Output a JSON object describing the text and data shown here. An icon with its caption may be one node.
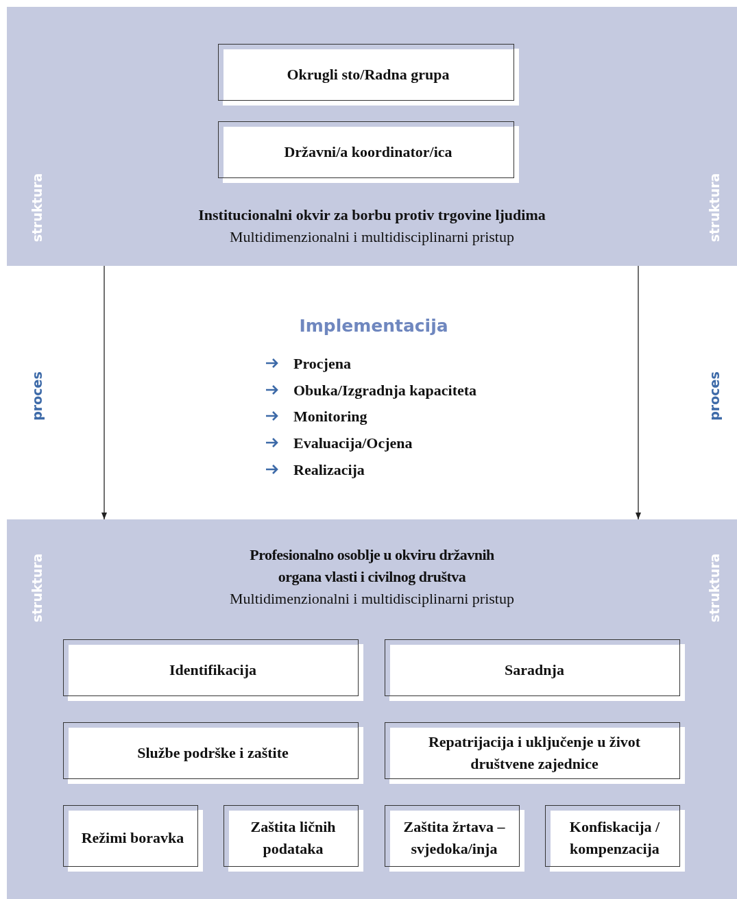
{
  "diagram": {
    "nodes": [
      {
        "text": [
          "Institucionalni okvir za borbu protiv trgovine ljudima",
          "Multidimenzionalni i multidisciplinarni pristup"
        ]
      },
      {
        "text": [
          "Okrugli sto/Radna grupa"
        ],
        "in": 0
      },
      {
        "text": [
          "Državni/a koordinator/ica"
        ],
        "in": 0
      },
      {
        "text": [
          "Profesionalno osoblje u okviru državnih organa vlasti i civilnog društva",
          "Multidimenzionalni i multidisciplinarni pristup"
        ]
      },
      {
        "text": [
          "Identifikacija"
        ],
        "in": 3
      },
      {
        "text": [
          "Saradnja"
        ],
        "in": 3
      },
      {
        "text": [
          "Službe podrške i zaštite"
        ],
        "in": 3
      },
      {
        "text": [
          "Repatrijacija i uključenje u život društvene zajednice"
        ],
        "in": 3
      },
      {
        "text": [
          "Režimi boravka"
        ],
        "in": 3
      },
      {
        "text": [
          "Zaštita ličnih podataka"
        ],
        "in": 3
      },
      {
        "text": [
          "Zaštita žrtava – svjedoka/inja"
        ],
        "in": 3
      },
      {
        "text": [
          "Konfiskacija / kompenzacija"
        ],
        "in": 3
      }
    ],
    "edges": [
      {
        "from": 0,
        "to": 3,
        "arrow": "to"
      },
      {
        "from": 0,
        "to": 3,
        "arrow": "to"
      }
    ],
    "labels": [
      "struktura",
      "struktura",
      "proces",
      "Implementacija",
      "Procjena",
      "Obuka/Izgradnja kapaciteta",
      "Monitoring",
      "Evaluacija/Ocjena",
      "Realizacija",
      "proces",
      "struktura",
      "struktura"
    ]
  }
}
